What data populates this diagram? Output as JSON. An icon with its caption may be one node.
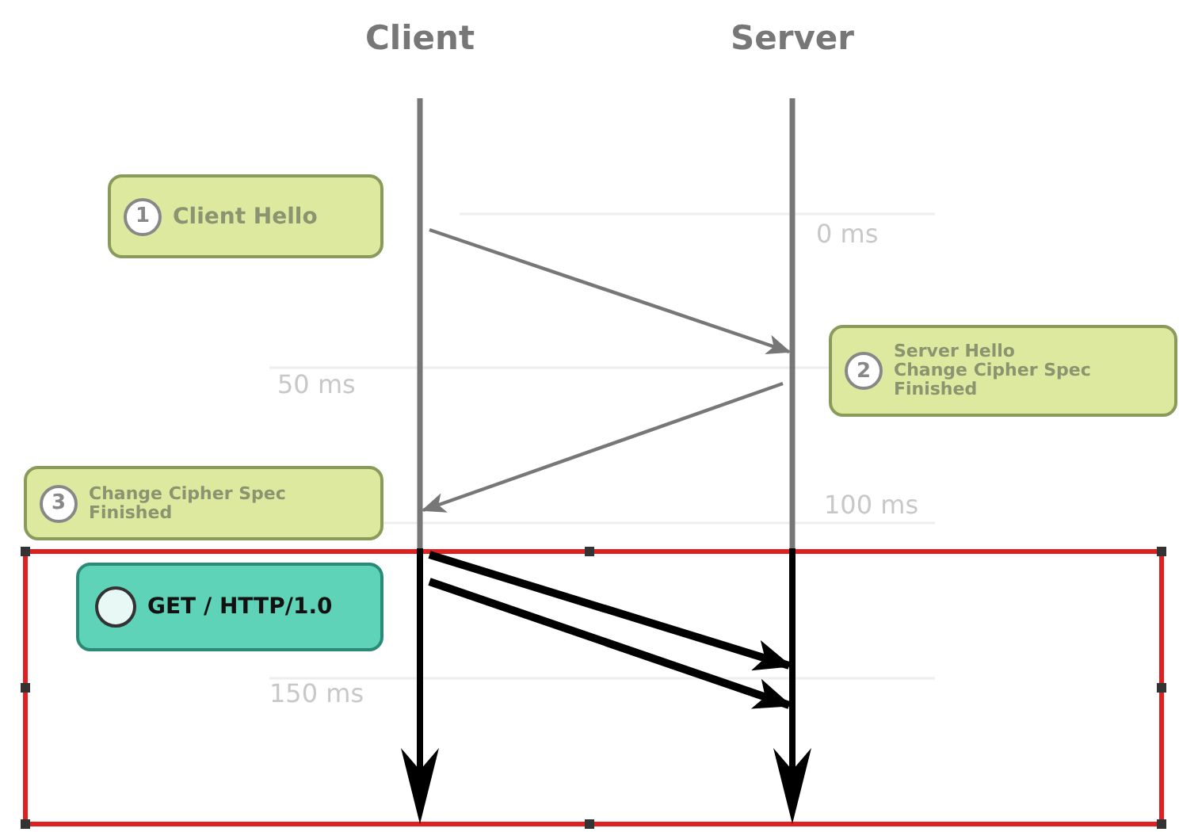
{
  "diagram": {
    "nodes": [
      {
        "text": [],
        "shape": "bar",
        "beside": [
          "Client"
        ]
      },
      {
        "text": [],
        "shape": "bar",
        "beside": [
          "Server"
        ]
      },
      {
        "text": [
          "1",
          "Client Hello"
        ]
      },
      {
        "text": [
          "2",
          "Server Hello",
          "Change Cipher Spec",
          "Finished"
        ]
      },
      {
        "text": [
          "3",
          "Change Cipher Spec",
          "Finished"
        ]
      },
      {
        "text": [
          "GET / HTTP/1.0"
        ]
      }
    ],
    "edges": [
      {
        "from": 0,
        "to": 1,
        "arrow": "to"
      },
      {
        "from": 1,
        "to": 0,
        "arrow": "to"
      },
      {
        "from": 0,
        "to": 1,
        "arrow": "to",
        "style": "thick",
        "color": "#000000"
      },
      {
        "from": 0,
        "to": 1,
        "arrow": "to",
        "style": "thick",
        "color": "#000000"
      }
    ],
    "labels": [
      "0 ms",
      "50 ms",
      "100 ms",
      "150 ms"
    ]
  }
}
